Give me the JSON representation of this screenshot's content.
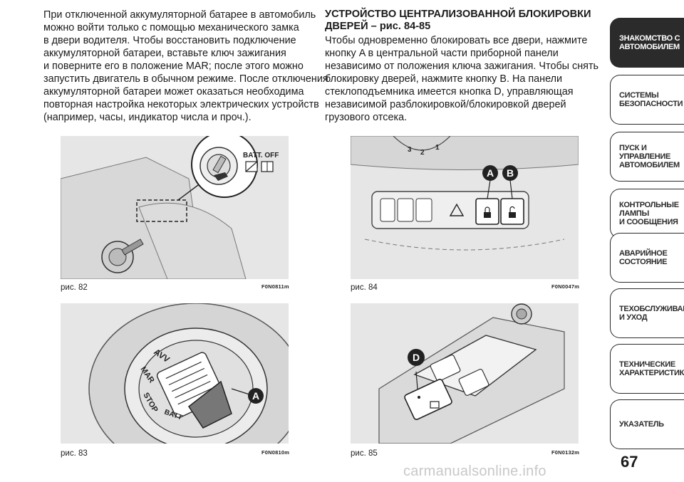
{
  "left_column": {
    "lines": [
      "При отключенной аккумуляторной батарее в автомобиль",
      "можно войти только с помощью механического замка",
      "в двери водителя. Чтобы восстановить подключение",
      "аккумуляторной батареи, вставьте ключ зажигания",
      "и поверните его в положение MAR; после этого можно",
      "запустить двигатель в обычном режиме. После отключения",
      "аккумуляторной батареи может оказаться необходима",
      "повторная настройка некоторых электрических устройств",
      "(например, часы, индикатор числа и проч.)."
    ]
  },
  "right_column": {
    "heading_lines": [
      "УСТРОЙСТВО ЦЕНТРАЛИЗОВАННОЙ БЛОКИРОВКИ",
      "ДВЕРЕЙ – рис. 84-85"
    ],
    "lines": [
      "Чтобы одновременно блокировать все двери, нажмите",
      "кнопку A в центральной части приборной панели",
      "независимо от положения ключа зажигания. Чтобы снять",
      "блокировку дверей, нажмите кнопку B. На панели",
      "стеклоподъемника имеется кнопка D, управляющая",
      "независимой разблокировкой/блокировкой дверей",
      "грузового отсека."
    ]
  },
  "figures": {
    "fig82": {
      "caption": "рис. 82",
      "code": "F0N0811m",
      "callout": "BATT. OFF"
    },
    "fig83": {
      "caption": "рис. 83",
      "code": "F0N0810m",
      "label": "A",
      "ring_text": [
        "AVV",
        "MAR",
        "STOP",
        "BATT"
      ]
    },
    "fig84": {
      "caption": "рис. 84",
      "code": "F0N0047m",
      "label_a": "A",
      "label_b": "B",
      "dial_numbers": [
        "3",
        "2",
        "1"
      ]
    },
    "fig85": {
      "caption": "рис. 85",
      "code": "F0N0132m",
      "label": "D"
    }
  },
  "tabs": [
    {
      "label": "ЗНАКОМСТВО С\nАВТОМОБИЛЕМ",
      "active": true
    },
    {
      "label": "СИСТЕМЫ\nБЕЗОПАСНОСТИ",
      "active": false
    },
    {
      "label": "ПУСК И УПРАВЛЕНИЕ\nАВТОМОБИЛЕМ",
      "active": false
    },
    {
      "label": "КОНТРОЛЬНЫЕ\nЛАМПЫ\nИ СООБЩЕНИЯ",
      "active": false
    },
    {
      "label": "АВАРИЙНОЕ\nСОСТОЯНИЕ",
      "active": false
    },
    {
      "label": "ТЕХОБСЛУЖИВАНИЕ\n И УХОД",
      "active": false
    },
    {
      "label": "ТЕХНИЧЕСКИЕ\nХАРАКТЕРИСТИКИ",
      "active": false
    },
    {
      "label": "УКАЗАТЕЛЬ",
      "active": false
    }
  ],
  "page_number": "67",
  "watermark": "carmanualsonline.info",
  "colors": {
    "tab_active_bg": "#2b2b2b",
    "figure_bg": "#e6e6e6"
  }
}
